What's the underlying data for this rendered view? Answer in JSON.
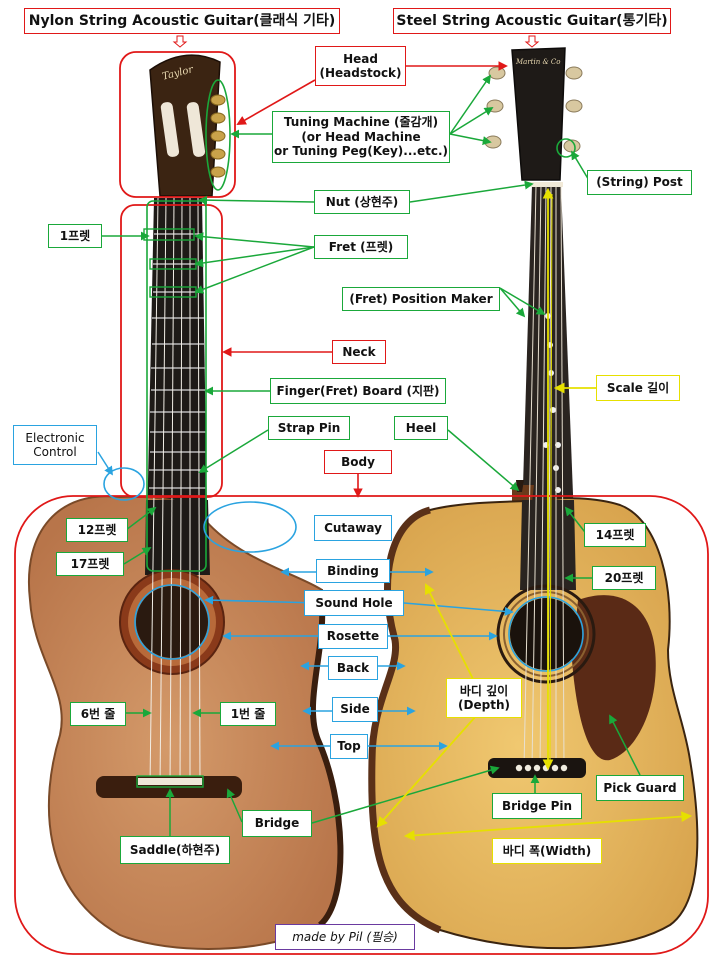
{
  "titles": {
    "nylon": "Nylon String Acoustic Guitar(클래식 기타)",
    "steel": "Steel String Acoustic Guitar(통기타)"
  },
  "headstock_brands": {
    "nylon": "Taylor",
    "steel": "Martin & Co"
  },
  "labels": {
    "head": [
      "Head",
      "(Headstock)"
    ],
    "tuning_machine": [
      "Tuning Machine (줄감개)",
      "(or Head Machine",
      "or Tuning Peg(Key)...etc.)"
    ],
    "string_post": "(String) Post",
    "nut": "Nut (상현주)",
    "fret1": "1프렛",
    "fret": "Fret (프렛)",
    "position_maker": "(Fret) Position Maker",
    "neck": "Neck",
    "scale": "Scale 길이",
    "fingerboard": "Finger(Fret) Board (지판)",
    "strap_pin": "Strap Pin",
    "heel": "Heel",
    "electronic_control": [
      "Electronic",
      "Control"
    ],
    "body": "Body",
    "fret12": "12프렛",
    "cutaway": "Cutaway",
    "fret14": "14프렛",
    "fret17": "17프렛",
    "binding": "Binding",
    "fret20": "20프렛",
    "sound_hole": "Sound Hole",
    "rosette": "Rosette",
    "back": "Back",
    "body_depth": [
      "바디 깊이",
      "(Depth)"
    ],
    "string6": "6번 줄",
    "string1": "1번 줄",
    "side": "Side",
    "top": "Top",
    "pick_guard": "Pick Guard",
    "bridge_pin": "Bridge Pin",
    "bridge": "Bridge",
    "body_width": "바디 폭(Width)",
    "saddle": "Saddle(하현주)"
  },
  "credit": "made by Pil (필승)",
  "colors": {
    "green": "#1aa83a",
    "red": "#e01818",
    "blue": "#2aa3e0",
    "yellow": "#e6e000",
    "purple": "#6a3aa0",
    "cedar_top": "#c98a5c",
    "spruce_top": "#e2b65c",
    "rosewood": "#4a2a18",
    "fingerboard": "#1e1a17",
    "pickguard": "#5a2a16",
    "mahogany": "#9a5a2a"
  }
}
